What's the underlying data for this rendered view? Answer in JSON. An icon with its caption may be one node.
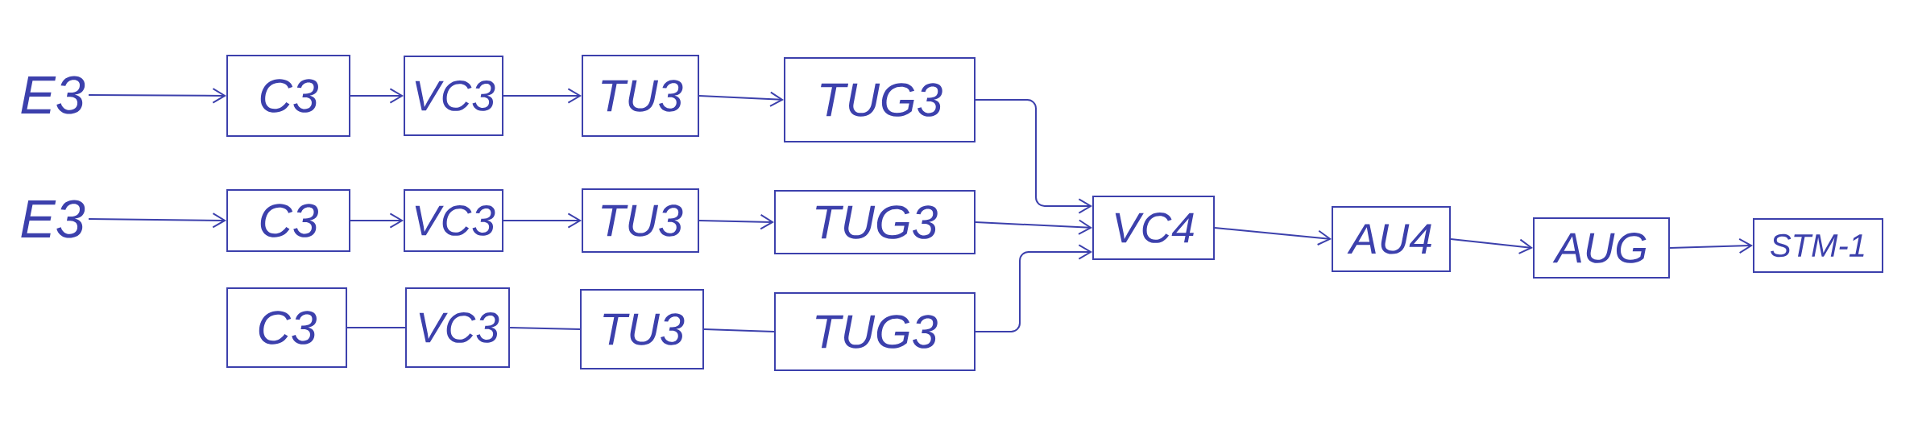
{
  "diagram": {
    "nodes": [
      {
        "text": [
          "E3"
        ]
      },
      {
        "text": [
          "C3"
        ]
      },
      {
        "text": [
          "VC3"
        ]
      },
      {
        "text": [
          "TU3"
        ]
      },
      {
        "text": [
          "TUG3"
        ]
      },
      {
        "text": [
          "E3"
        ]
      },
      {
        "text": [
          "C3"
        ]
      },
      {
        "text": [
          "VC3"
        ]
      },
      {
        "text": [
          "TU3"
        ]
      },
      {
        "text": [
          "TUG3"
        ]
      },
      {
        "text": [
          "VC4"
        ]
      },
      {
        "text": [
          "AU4"
        ]
      },
      {
        "text": [
          "AUG"
        ]
      },
      {
        "text": [
          "STM-1"
        ]
      },
      {
        "text": [
          "C3"
        ]
      },
      {
        "text": [
          "VC3"
        ]
      },
      {
        "text": [
          "TU3"
        ]
      },
      {
        "text": [
          "TUG3"
        ]
      }
    ],
    "edges": [
      {
        "from": 0,
        "to": 1,
        "arrow": "to"
      },
      {
        "from": 1,
        "to": 2,
        "arrow": "to"
      },
      {
        "from": 2,
        "to": 3,
        "arrow": "to"
      },
      {
        "from": 3,
        "to": 4,
        "arrow": "to"
      },
      {
        "from": 4,
        "to": 10,
        "arrow": "to"
      },
      {
        "from": 5,
        "to": 6,
        "arrow": "to"
      },
      {
        "from": 6,
        "to": 7,
        "arrow": "to"
      },
      {
        "from": 7,
        "to": 8,
        "arrow": "to"
      },
      {
        "from": 8,
        "to": 9,
        "arrow": "to"
      },
      {
        "from": 9,
        "to": 10,
        "arrow": "to"
      },
      {
        "from": 14,
        "to": 15,
        "arrow": "none"
      },
      {
        "from": 15,
        "to": 16,
        "arrow": "none"
      },
      {
        "from": 16,
        "to": 17,
        "arrow": "none"
      },
      {
        "from": 17,
        "to": 10,
        "arrow": "to"
      },
      {
        "from": 10,
        "to": 11,
        "arrow": "to"
      },
      {
        "from": 11,
        "to": 12,
        "arrow": "to"
      },
      {
        "from": 12,
        "to": 13,
        "arrow": "to"
      }
    ]
  }
}
